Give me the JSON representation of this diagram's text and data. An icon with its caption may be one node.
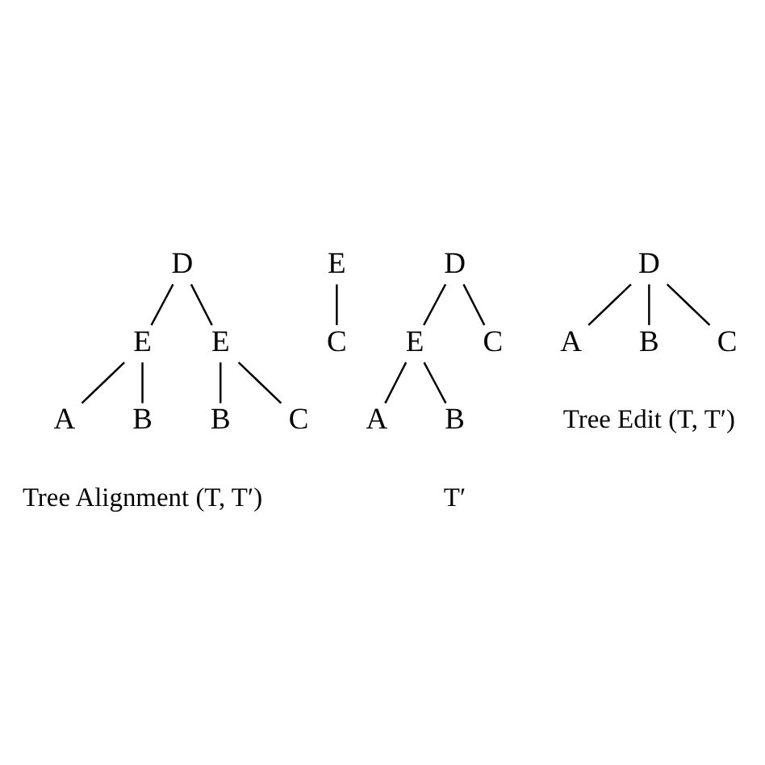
{
  "diagram": {
    "nodes": [
      {
        "text": [
          "D"
        ]
      },
      {
        "text": [
          "E"
        ]
      },
      {
        "text": [
          "E"
        ]
      },
      {
        "text": [
          "A"
        ]
      },
      {
        "text": [
          "B"
        ]
      },
      {
        "text": [
          "B"
        ]
      },
      {
        "text": [
          "C"
        ]
      },
      {
        "text": [
          "E"
        ]
      },
      {
        "text": [
          "C"
        ]
      },
      {
        "text": [
          "D"
        ]
      },
      {
        "text": [
          "E"
        ]
      },
      {
        "text": [
          "C"
        ]
      },
      {
        "text": [
          "A"
        ]
      },
      {
        "text": [
          "B"
        ]
      },
      {
        "text": [
          "D"
        ]
      },
      {
        "text": [
          "A"
        ]
      },
      {
        "text": [
          "B"
        ]
      },
      {
        "text": [
          "C"
        ]
      }
    ],
    "edges": [
      {
        "from": 0,
        "to": 1,
        "arrow": "none"
      },
      {
        "from": 0,
        "to": 2,
        "arrow": "none"
      },
      {
        "from": 1,
        "to": 3,
        "arrow": "none"
      },
      {
        "from": 1,
        "to": 4,
        "arrow": "none"
      },
      {
        "from": 2,
        "to": 5,
        "arrow": "none"
      },
      {
        "from": 2,
        "to": 6,
        "arrow": "none"
      },
      {
        "from": 7,
        "to": 8,
        "arrow": "none"
      },
      {
        "from": 9,
        "to": 10,
        "arrow": "none"
      },
      {
        "from": 9,
        "to": 11,
        "arrow": "none"
      },
      {
        "from": 10,
        "to": 12,
        "arrow": "none"
      },
      {
        "from": 10,
        "to": 13,
        "arrow": "none"
      },
      {
        "from": 14,
        "to": 15,
        "arrow": "none"
      },
      {
        "from": 14,
        "to": 16,
        "arrow": "none"
      },
      {
        "from": 14,
        "to": 17,
        "arrow": "none"
      }
    ],
    "labels": [
      "Tree Alignment (T, T′)",
      "T′",
      "Tree Edit (T, T′)"
    ]
  }
}
